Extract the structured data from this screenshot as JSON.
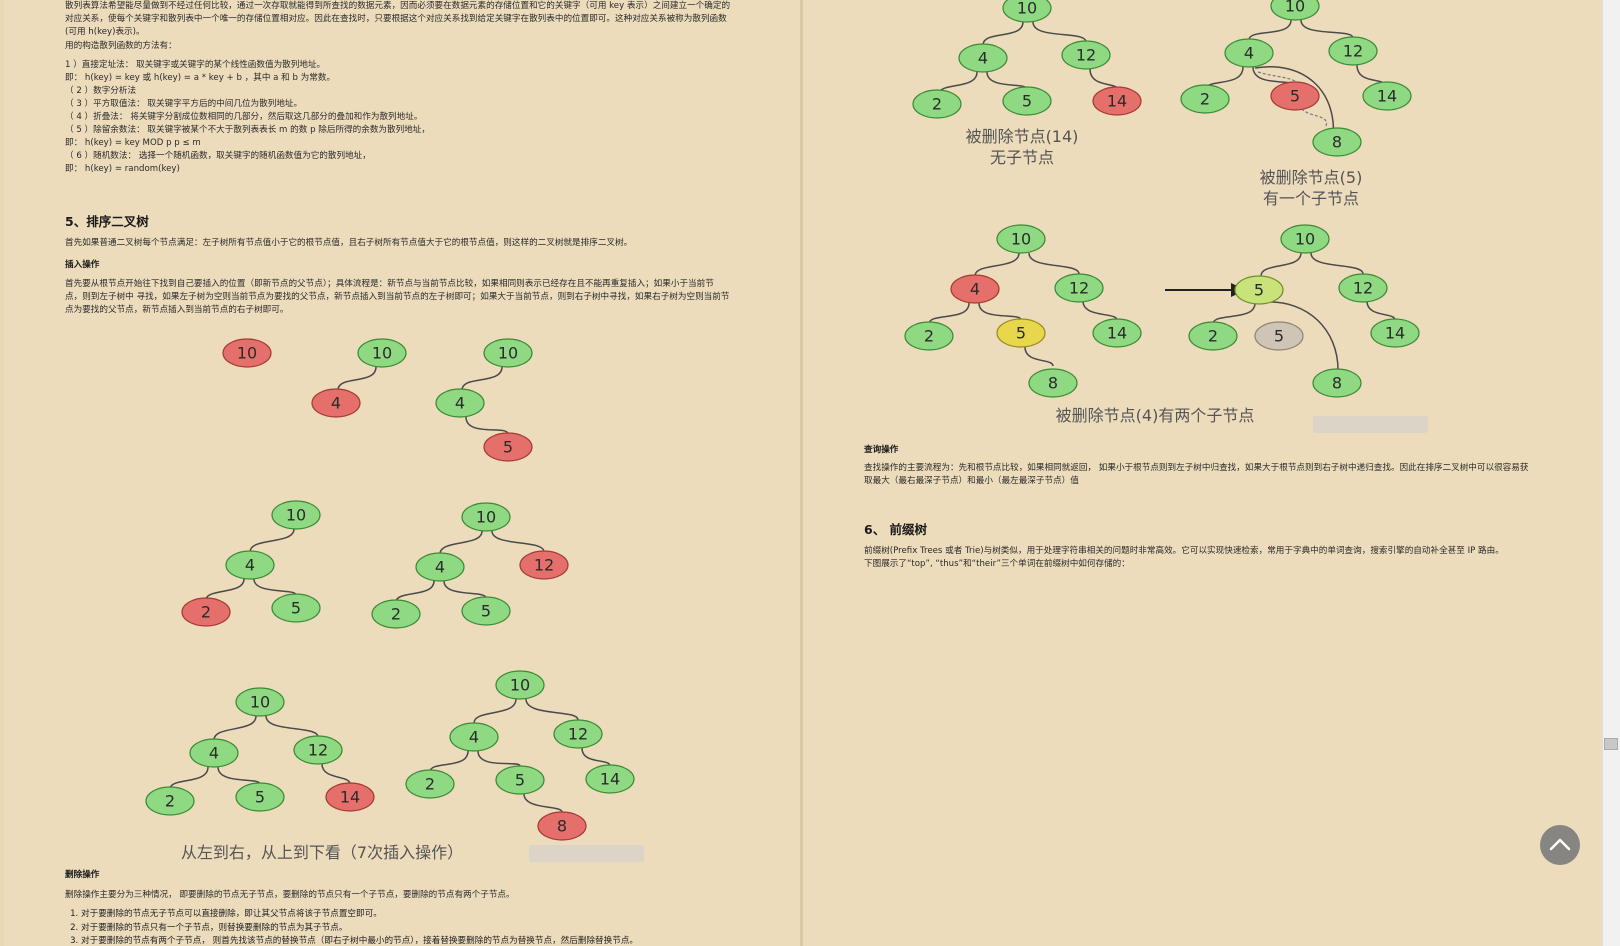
{
  "left": {
    "hash_intro": [
      "散列表算法希望能尽量做到不经过任何比较，通过一次存取就能得到所查找的数据元素，因而必须要在数据元素的存储位置和它的关键字（可用 key 表示）之间建立一个确定的",
      "对应关系，使每个关键字和散列表中一个唯一的存储位置相对应。因此在查找时，只要根据这个对应关系找到给定关键字在散列表中的位置即可。这种对应关系被称为散列函数",
      "(可用 h(key)表示)。",
      "用的构造散列函数的方法有："
    ],
    "hash_methods": [
      "1 ）直接定址法： 取关键字或关键字的某个线性函数值为散列地址。",
      "即： h(key) = key 或 h(key) = a * key + b ，其中 a 和 b 为常数。",
      "（ 2 ）数字分析法",
      "（ 3 ）平方取值法： 取关键字平方后的中间几位为散列地址。",
      "（ 4 ）折叠法： 将关键字分割成位数相同的几部分，然后取这几部分的叠加和作为散列地址。",
      "（ 5 ）除留余数法： 取关键字被某个不大于散列表表长 m 的数 p 除后所得的余数为散列地址，",
      "即： h(key) = key MOD p p ≤ m",
      "（ 6 ）随机数法： 选择一个随机函数，取关键字的随机函数值为它的散列地址，",
      "即： h(key) = random(key)"
    ],
    "bst_heading": "5、排序二叉树",
    "bst_intro": "首先如果普通二叉树每个节点满足：左子树所有节点值小于它的根节点值，且右子树所有节点值大于它的根节点值，则这样的二叉树就是排序二叉树。",
    "insert_heading": "插入操作",
    "insert_text": [
      "首先要从根节点开始往下找到自己要插入的位置（即新节点的父节点）；具体流程是：新节点与当前节点比较，如果相同则表示已经存在且不能再重复插入；如果小于当前节",
      "点，则到左子树中  寻找，如果左子树为空则当前节点为要找的父节点，新节点插入到当前节点的左子树即可；如果大于当前节点，则到右子树中寻找，如果右子树为空则当前节",
      "点为要找的父节点，新节点插入到当前节点的右子树即可。"
    ],
    "insert_caption": "从左到右，从上到下看（7次插入操作）",
    "delete_heading": "删除操作",
    "delete_intro": "删除操作主要分为三种情况， 即要删除的节点无子节点，要删除的节点只有一个子节点，要删除的节点有两个子节点。",
    "delete_list": [
      "对于要删除的节点无子节点可以直接删除，即让其父节点将该子节点置空即可。",
      "对于要删除的节点只有一个子节点，则替换要删除的节点为其子节点。",
      "对于要删除的节点有两个子节点， 则首先找该节点的替换节点（即右子树中最小的节点），接着替换要删除的节点为替换节点，然后删除替换节点。"
    ]
  },
  "right": {
    "caption_no_child_1": "被删除节点(14)",
    "caption_no_child_2": "无子节点",
    "caption_one_child_1": "被删除节点(5)",
    "caption_one_child_2": "有一个子节点",
    "caption_two_children": "被删除节点(4)有两个子节点",
    "search_heading": "查询操作",
    "search_text": [
      "查找操作的主要流程为：先和根节点比较，如果相同就返回， 如果小于根节点则到左子树中归查找，如果大于根节点则到右子树中递归查找。因此在排序二叉树中可以很容易获",
      "取最大（最右最深子节点）和最小（最左最深子节点）值"
    ],
    "trie_heading": "6、 前缀树",
    "trie_text": [
      "前缀树(Prefix Trees 或者 Trie)与树类似，用于处理字符串相关的问题时非常高效。它可以实现快速检索，常用于字典中的单词查询，搜索引擎的自动补全甚至 IP 路由。",
      "下图展示了“top”, “thus”和“their”三个单词在前缀树中如何存储的："
    ]
  },
  "colors": {
    "page_bg": "#ecdcbc",
    "node_green": "#8ed982",
    "node_red": "#e56f6a",
    "node_yellow": "#e8d64d"
  },
  "icons": {
    "back_to_top": "chevron-up-icon"
  }
}
